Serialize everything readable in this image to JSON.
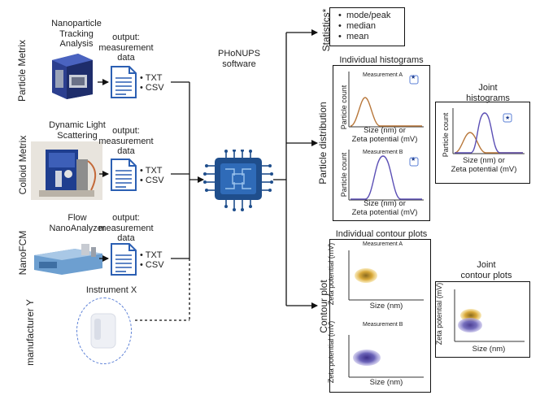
{
  "manufacturers": {
    "particle_metrix": "Particle Metrix",
    "colloid_metrix": "Colloid Metrix",
    "nanofcm": "NanoFCM",
    "manufacturer_y": "manufacturer Y"
  },
  "instruments": {
    "nta": [
      "Nanoparticle",
      "Tracking",
      "Analysis"
    ],
    "dls": [
      "Dynamic Light",
      "Scattering"
    ],
    "flow": [
      "Flow",
      "NanoAnalyzer"
    ],
    "x": "Instrument X"
  },
  "output": {
    "label": [
      "output:",
      "measurement",
      "data"
    ],
    "formats": [
      "TXT",
      "CSV"
    ]
  },
  "software": [
    "PHoNUPS",
    "software"
  ],
  "statistics": {
    "label": "Statistics*",
    "items": [
      "mode/peak",
      "median",
      "mean"
    ]
  },
  "particle_distribution": {
    "label": "Particle distribution",
    "individual_title": "Individual histograms",
    "measurement_a": "Measurement A",
    "measurement_b": "Measurement B",
    "y_label": "Particle count",
    "x_label": [
      "Size (nm) or",
      "Zeta potential (mV)"
    ],
    "joint_title": [
      "Joint",
      "histograms"
    ],
    "star": "★"
  },
  "contour_plot": {
    "label": "Contour plot",
    "individual_title": "Individual contour plots",
    "measurement_a": "Measurement A",
    "measurement_b": "Measurement B",
    "y_label": "Zeta potential (mV)",
    "x_label": "Size (nm)",
    "joint_title": [
      "Joint",
      "contour plots"
    ]
  },
  "colors": {
    "orange_curve": "#b8773a",
    "purple_curve": "#5b4fb5",
    "yellow_blob": "#e3b23c",
    "purple_blob": "#6b63b8",
    "chip_blue": "#1f4e8c"
  }
}
